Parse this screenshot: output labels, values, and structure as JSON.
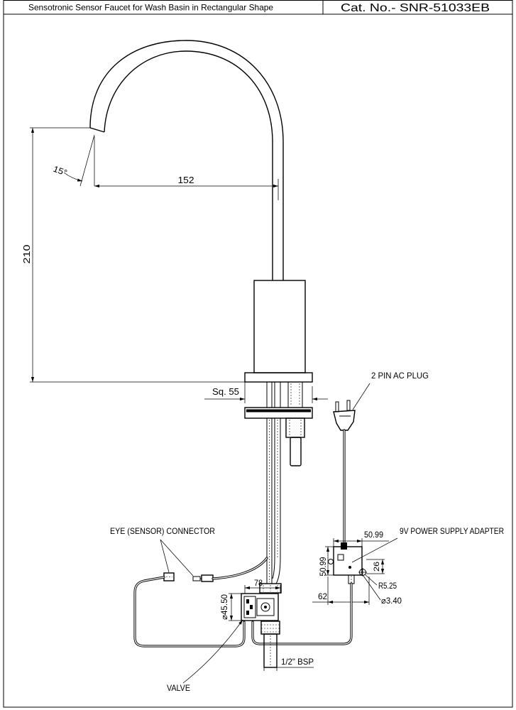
{
  "header": {
    "title": "Sensotronic Sensor Faucet for Wash Basin in Rectangular Shape",
    "catalog_no": "Cat. No.- SNR-51033EB"
  },
  "dimensions": {
    "spout_angle": "15°",
    "spout_reach": "152",
    "height": "210",
    "base_square": "Sq. 55",
    "adapter_width": "50.99",
    "adapter_height": "50.99",
    "adapter_bracket": "26",
    "hole_radius": "R5.25",
    "hole_diameter": "⌀3.40",
    "adapter_mount_spacing": "62",
    "valve_length": "78",
    "valve_diameter": "⌀45.50",
    "outlet_thread": "1/2\" BSP"
  },
  "labels": {
    "ac_plug": "2 PIN AC PLUG",
    "sensor_connector": "EYE (SENSOR) CONNECTOR",
    "power_adapter": "9V POWER SUPPLY ADAPTER",
    "valve": "VALVE"
  },
  "colors": {
    "ink": "#000000",
    "paper": "#ffffff"
  }
}
